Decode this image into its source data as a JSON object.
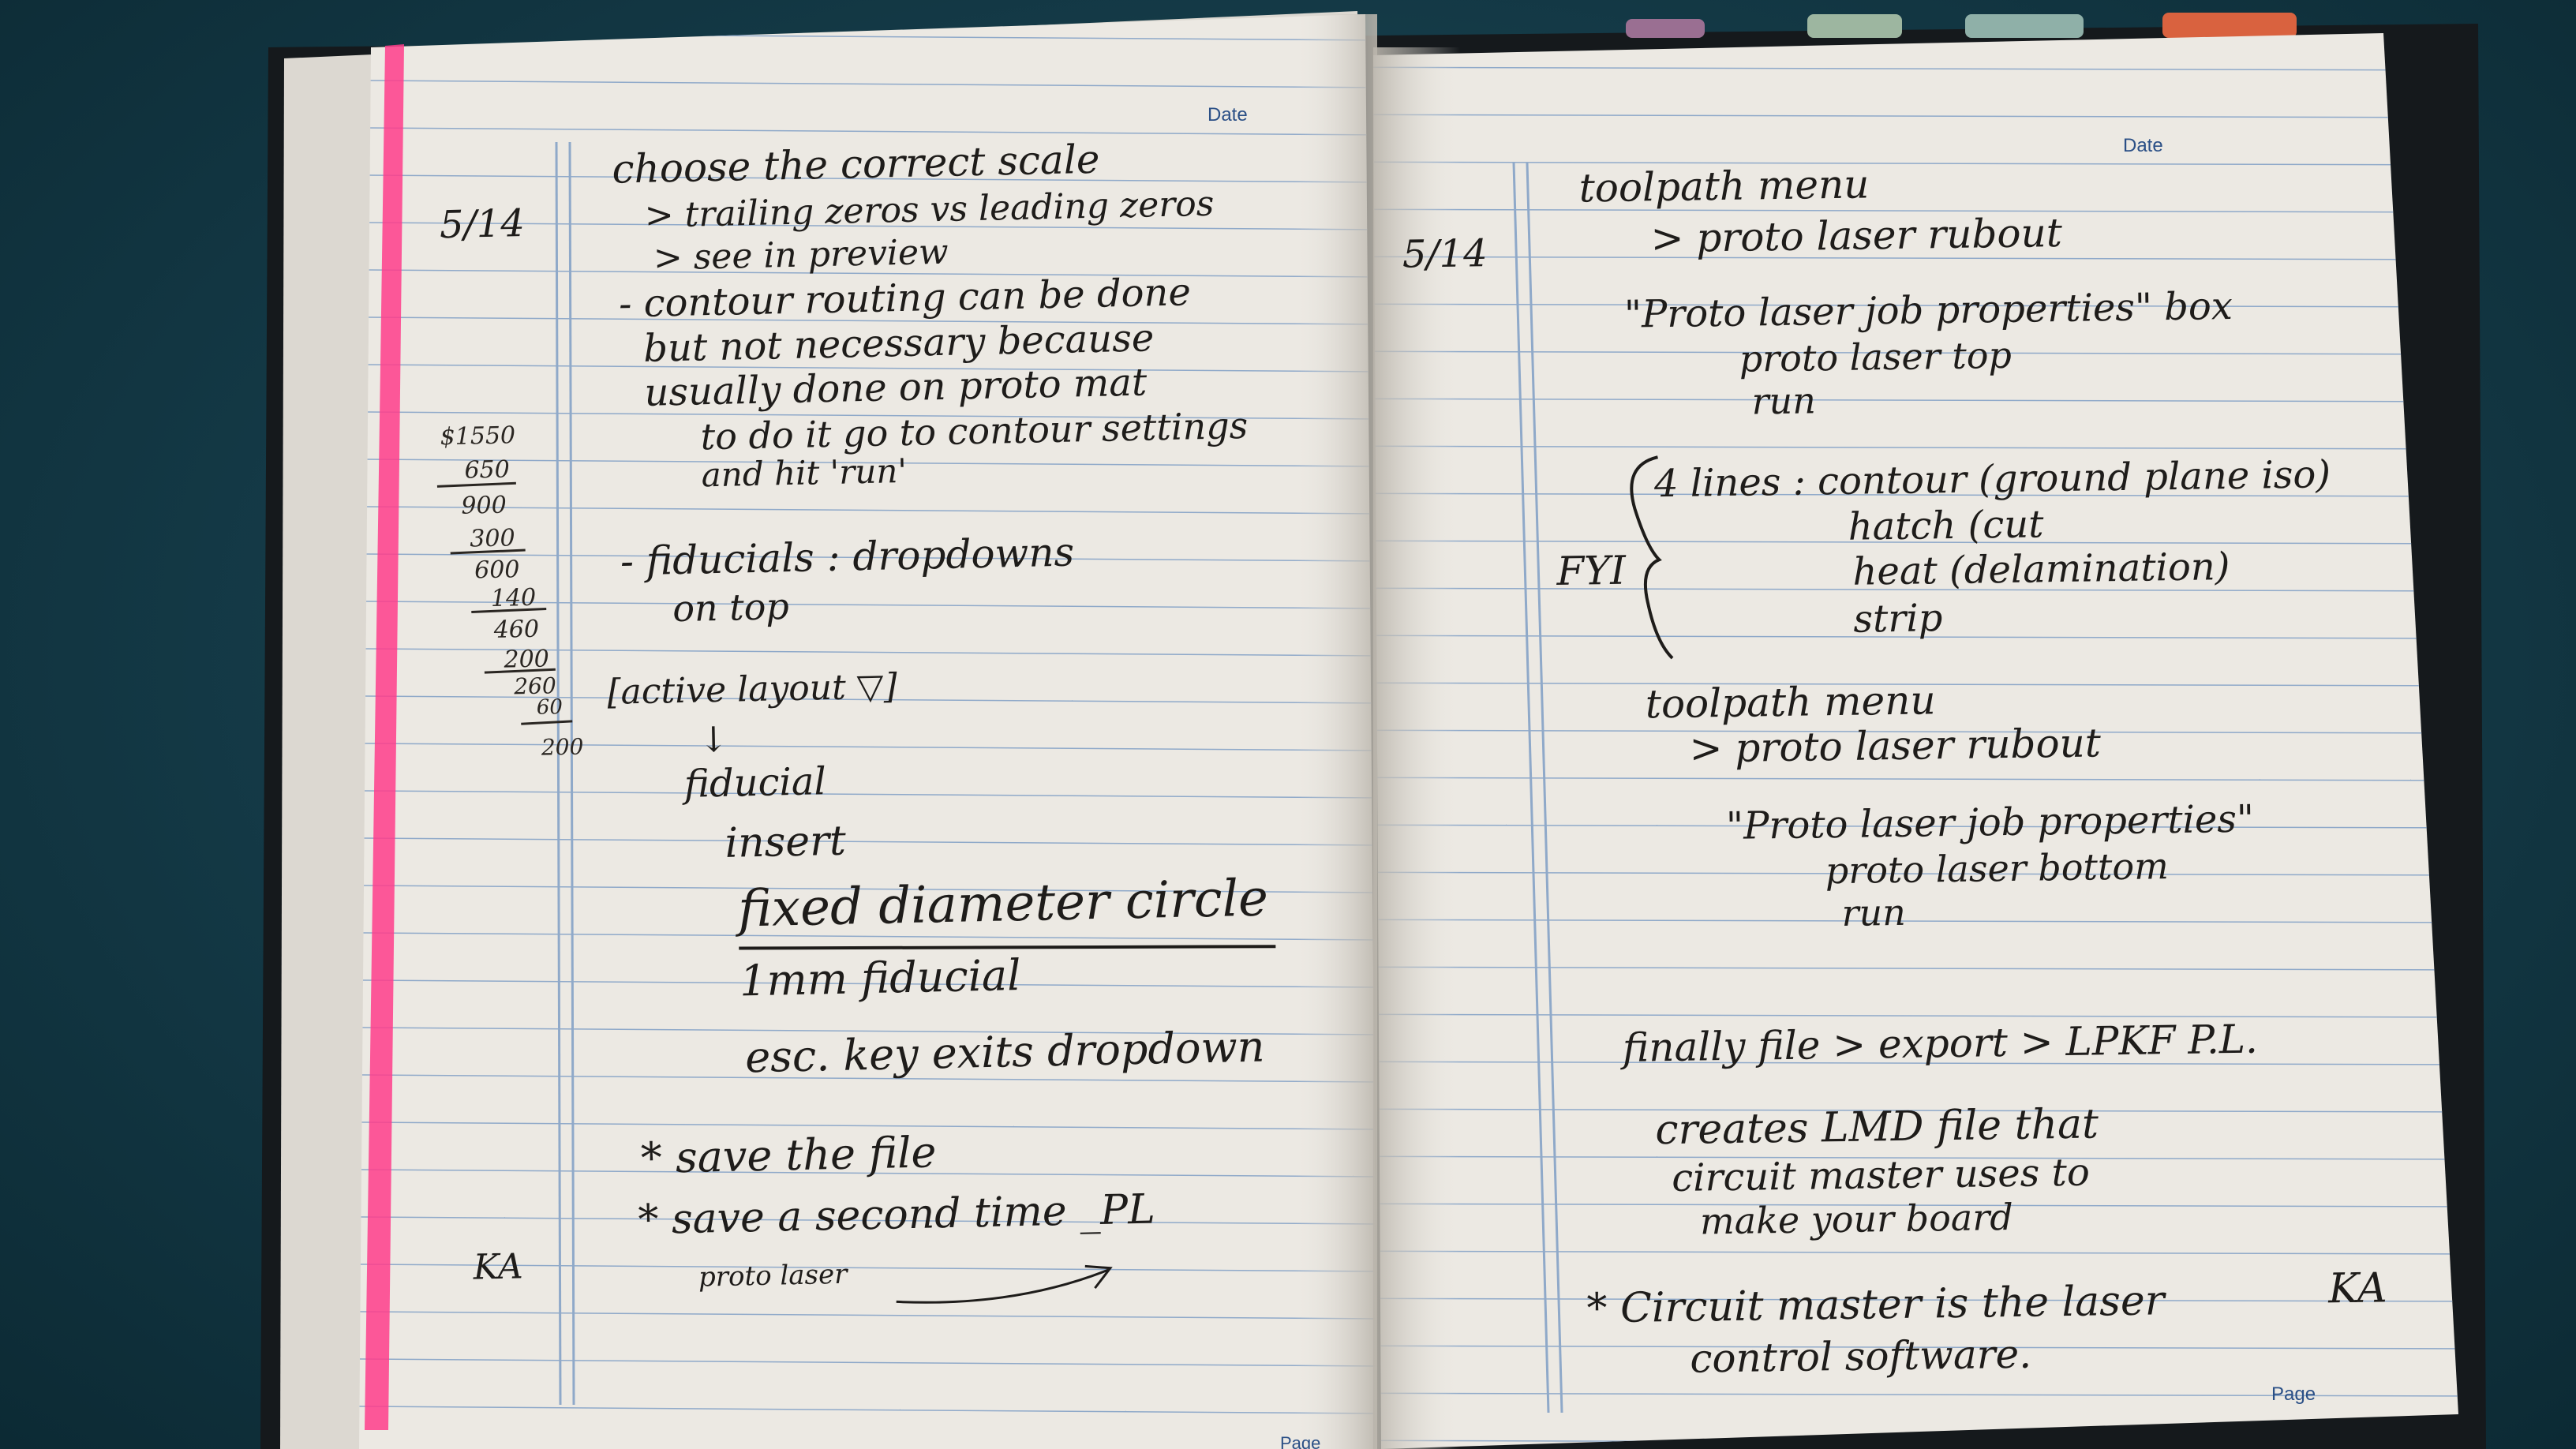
{
  "notebook": {
    "printed": {
      "date_label": "Date",
      "page_label": "Page"
    },
    "left_page": {
      "date": "5/14",
      "initials": "KA",
      "margin_calc": [
        "$1550",
        "650",
        "900",
        "300",
        "600",
        "140",
        "460",
        "200",
        "260",
        "60",
        "200"
      ],
      "lines": [
        "choose the correct scale",
        "> trailing zeros vs leading zeros",
        "> see in preview",
        "- contour routing can be done",
        "but not necessary because",
        "usually done on proto mat",
        "to do it go to contour settings",
        "and hit 'run'",
        "- fiducials : dropdowns",
        "on top",
        "[active layout ▽]",
        "↓",
        "fiducial",
        "insert",
        "fixed diameter circle",
        "1mm fiducial",
        "esc. key exits dropdown",
        "* save the file",
        "* save a second time _PL",
        "proto laser"
      ]
    },
    "right_page": {
      "date": "5/14",
      "initials": "KA",
      "fyi": "FYI",
      "lines": [
        "toolpath menu",
        "> proto laser rubout",
        "\"Proto laser job properties\" box",
        "proto laser top",
        "run",
        "4 lines : contour (ground plane iso)",
        "hatch (cut",
        "heat (delamination)",
        "strip",
        "toolpath menu",
        "> proto laser rubout",
        "\"Proto laser job properties\"",
        "proto laser bottom",
        "run",
        "finally file > export > LPKF P.L.",
        "creates LMD file that",
        "circuit master uses to",
        "make your board",
        "* Circuit master is the laser",
        "control software."
      ]
    }
  },
  "colors": {
    "background": "#143a47",
    "paper": "#ece9e3",
    "rule_line": "#8fa9c9",
    "ink": "#1e1c1a",
    "highlighter": "#ff3d8b"
  }
}
